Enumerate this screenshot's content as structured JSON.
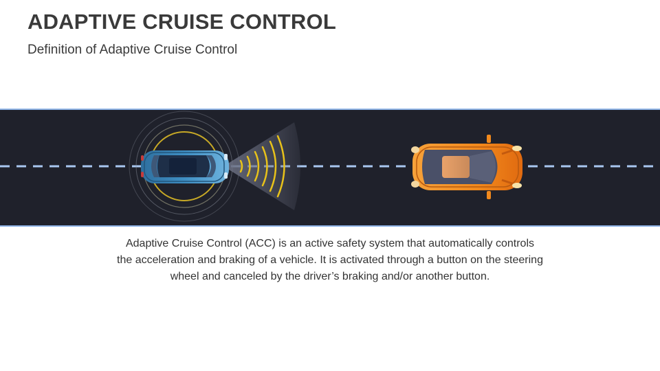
{
  "slide": {
    "title": "ADAPTIVE CRUISE CONTROL",
    "subtitle": "Definition of Adaptive Cruise Control",
    "description": "Adaptive Cruise Control (ACC) is an active safety system that automatically controls the acceleration and braking of a vehicle. It is activated through a button on the steering wheel and canceled by the driver’s braking and/or another button."
  },
  "illustration": {
    "road_color": "#1f212b",
    "road_edge_color": "#8fb3e6",
    "lane_marking_color": "#a9c7f0",
    "sensor_color": "#e8c21a",
    "ego_car_color": "#3f8fc4",
    "lead_car_color": "#f2891c"
  }
}
